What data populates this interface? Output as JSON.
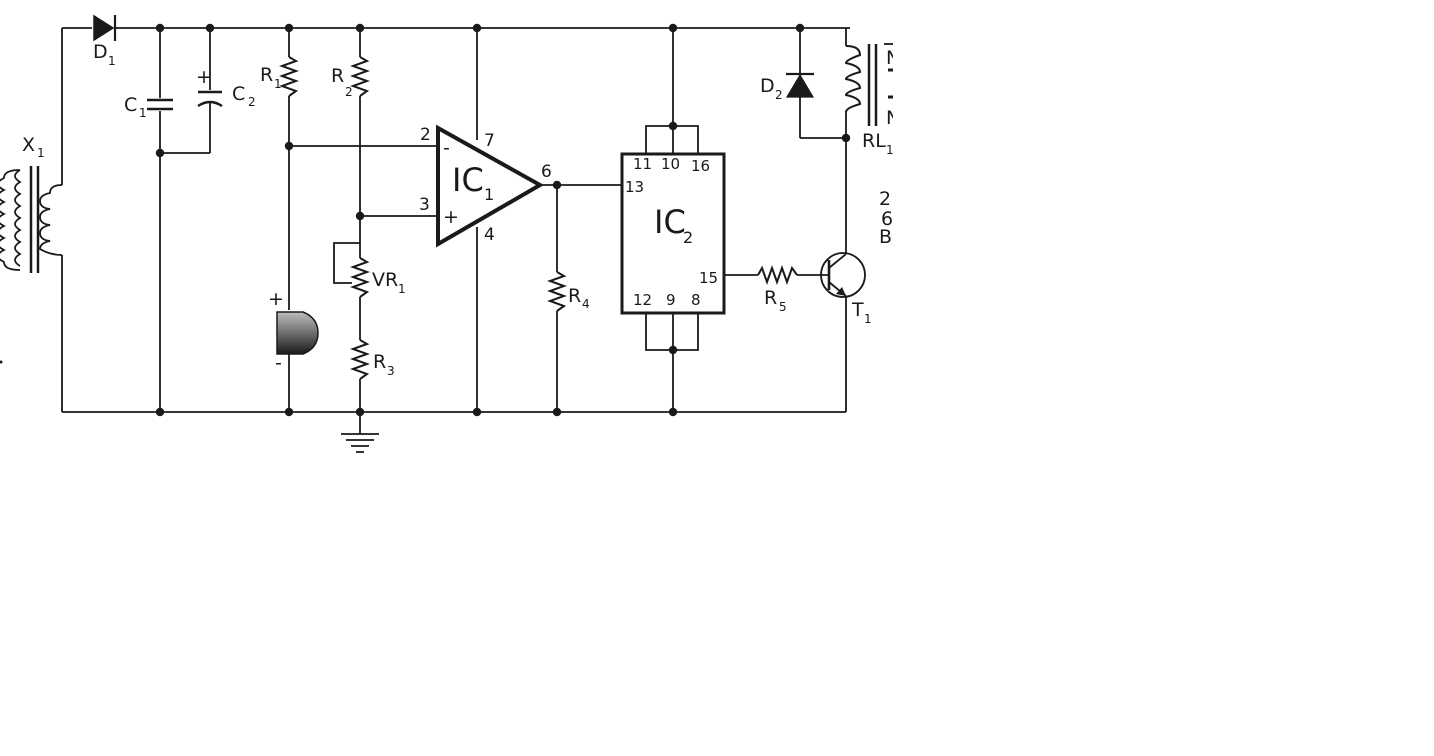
{
  "components": {
    "x1": {
      "name": "X",
      "sub": "1"
    },
    "d1": {
      "name": "D",
      "sub": "1"
    },
    "c1": {
      "name": "C",
      "sub": "1"
    },
    "c2": {
      "name": "C",
      "sub": "2",
      "polarity": "+"
    },
    "r1": {
      "name": "R",
      "sub": "1"
    },
    "r2": {
      "name": "R",
      "sub": "2"
    },
    "r3": {
      "name": "R",
      "sub": "3"
    },
    "r4": {
      "name": "R",
      "sub": "4"
    },
    "r5": {
      "name": "R",
      "sub": "5"
    },
    "vr1": {
      "name": "VR",
      "sub": "1"
    },
    "buzzer": {
      "plus": "+",
      "minus": "-"
    },
    "ic1": {
      "name": "IC",
      "sub": "1",
      "pin_inv": "2",
      "pin_noninv": "3",
      "pin_out": "6",
      "pin_vcc": "7",
      "pin_gnd": "4",
      "sign_inv": "-",
      "sign_noninv": "+"
    },
    "ic2": {
      "name": "IC",
      "sub": "2",
      "pins_top": [
        "11",
        "10",
        "16"
      ],
      "pin_in": "13",
      "pin_out": "15",
      "pins_bottom": [
        "12",
        "9",
        "8"
      ]
    },
    "t1": {
      "name": "T",
      "sub": "1"
    },
    "d2": {
      "name": "D",
      "sub": "2"
    },
    "rl1": {
      "name": "RL",
      "sub": "1"
    },
    "clipped": {
      "n1": "N",
      "n2": "N",
      "line1": "2",
      "line2": "6",
      "line3": "B"
    }
  }
}
